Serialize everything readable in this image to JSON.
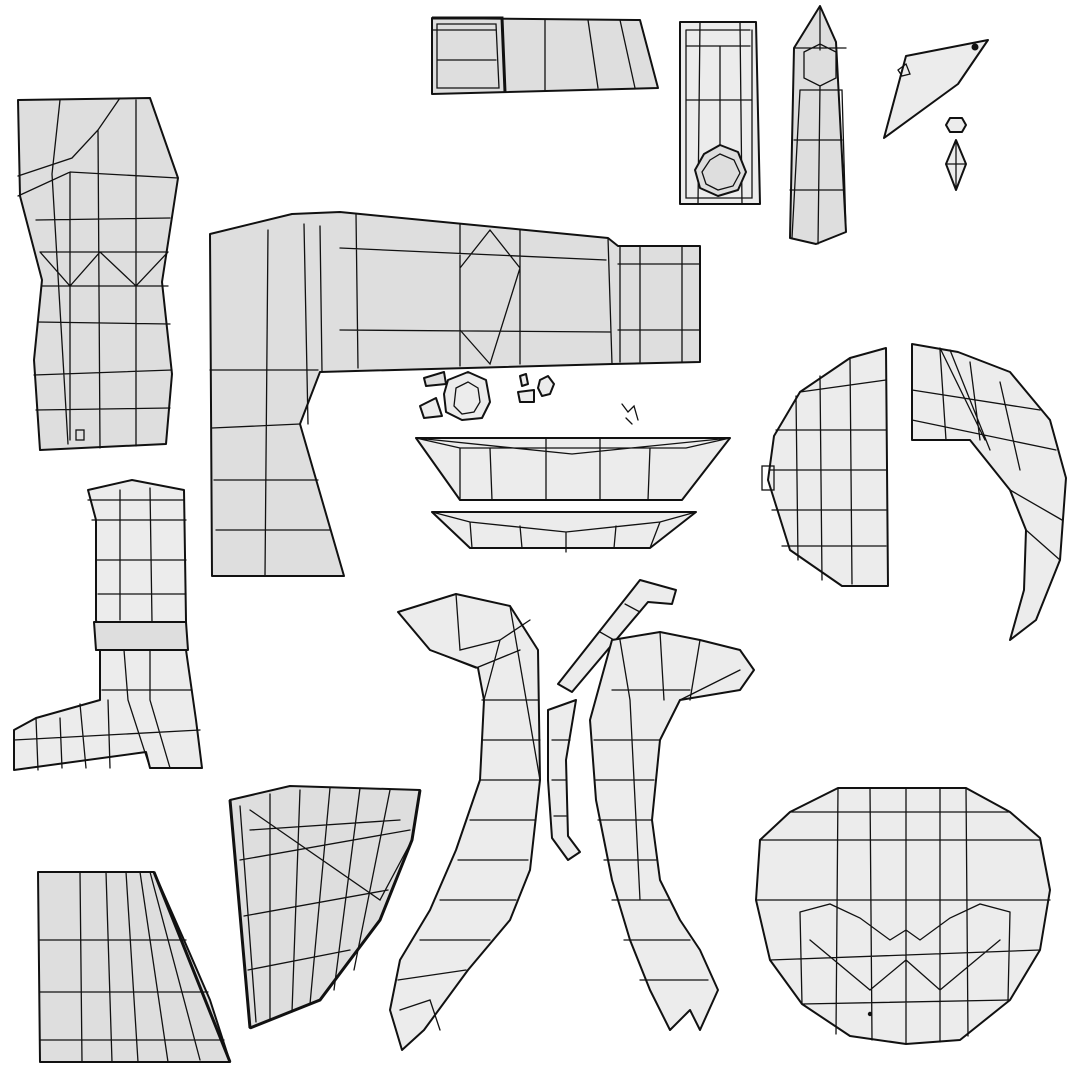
{
  "view": "uv-layout",
  "colors": {
    "background": "#ffffff",
    "island_fill": "#dedede",
    "island_fill_light": "#ececec",
    "wire": "#111111"
  },
  "islands": [
    "sleeve-strip-island",
    "boot-shaft-island",
    "boot-top-island",
    "gem-crystal-island",
    "ear-leaf-island",
    "leg-upper-island",
    "arm-torso-island",
    "small-parts-cluster",
    "collar-upper-island",
    "collar-lower-island",
    "hair-left-island",
    "hair-right-island",
    "boot-foot-island",
    "tail-left-island",
    "tail-strip-island",
    "tail-right-island",
    "skirt-panel-island",
    "cape-fan-island",
    "face-island"
  ]
}
